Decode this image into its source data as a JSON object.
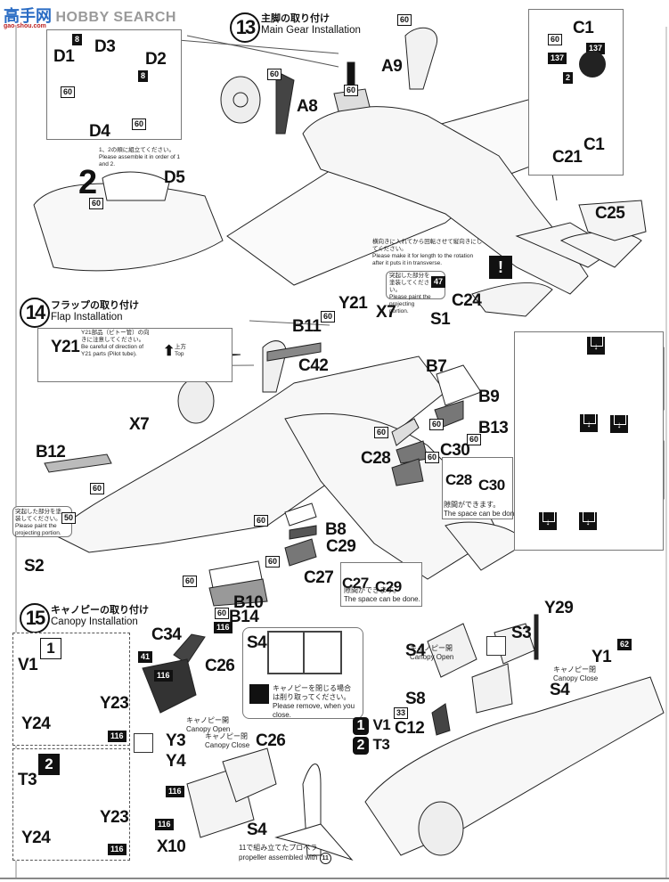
{
  "watermark": {
    "cn": "高手网",
    "brand": "HOBBY SEARCH",
    "url": "gao-shou.com"
  },
  "steps": [
    {
      "number": "13",
      "title_jp": "主脚の取り付け",
      "title_en": "Main Gear Installation"
    },
    {
      "number": "14",
      "title_jp": "フラップの取り付け",
      "title_en": "Flap Installation"
    },
    {
      "number": "15",
      "title_jp": "キャノピーの取り付け",
      "title_en": "Canopy Installation"
    }
  ],
  "step13": {
    "subassembly": {
      "parts": [
        "D1",
        "D3",
        "D2",
        "D4"
      ],
      "colors": [
        "8",
        "8",
        "60",
        "60"
      ]
    },
    "order_note_jp": "1、2の順に組立てください。",
    "order_note_en": "Please assemble it in order of 1 and 2.",
    "order_big_number": "2",
    "part_d5": "D5",
    "color_d5": "60",
    "parts_labels": [
      "A8",
      "A9"
    ],
    "colors_main": [
      "60",
      "60",
      "60"
    ],
    "wheel_detail": {
      "labels": [
        "C1",
        "C1",
        "C21"
      ],
      "colors": [
        "60",
        "137",
        "137",
        "2"
      ]
    },
    "rotation_note_jp": "横向きに入れてから回転させて縦向きにしてください。",
    "rotation_note_en": "Please make it for length to the rotation after it puts it in transverse.",
    "paint_note_jp": "突起した部分を塗装してください。",
    "paint_note_en": "Please paint the projecting portion.",
    "paint_color": "47",
    "c25": "C25",
    "c24": "C24"
  },
  "step14": {
    "y21_note_jp": "Y21部品（ピトー管）の向きに注意してください。",
    "y21_note_en": "Be careful of direction of Y21 parts (Pilot tube).",
    "y21_label": "Y21",
    "top_jp": "上方",
    "top_en": "Top",
    "labels": [
      "Y21",
      "X7",
      "S1",
      "B11",
      "C42",
      "B7",
      "B9",
      "B13",
      "C30",
      "C28",
      "X7",
      "B12",
      "S2",
      "B8",
      "C29",
      "C27",
      "B10",
      "B14"
    ],
    "colors": [
      "60",
      "60",
      "60",
      "60",
      "60",
      "60",
      "60",
      "60",
      "60",
      "60",
      "60",
      "60",
      "60"
    ],
    "paint_note_jp": "突起した部分を塗装してください。",
    "paint_note_en": "Please paint the projecting portion.",
    "paint_color": "50",
    "gap_note1": {
      "labels": [
        "C28",
        "C30"
      ],
      "jp": "隙間ができます。",
      "en": "The space can be done."
    },
    "gap_note2": {
      "labels": [
        "C27",
        "C29"
      ],
      "jp": "隙間ができます。",
      "en": "The space can be done."
    }
  },
  "step15": {
    "variant1": {
      "badge": "1",
      "labels": [
        "V1",
        "Y23",
        "Y24"
      ],
      "color": "116"
    },
    "variant2": {
      "badge": "2",
      "labels": [
        "T3",
        "Y23",
        "Y24"
      ],
      "color": "116"
    },
    "labels": [
      "C34",
      "C26",
      "Y3",
      "Y4",
      "C26",
      "X10",
      "S4",
      "Y29",
      "S3",
      "S4",
      "S4",
      "Y1",
      "S8",
      "C12"
    ],
    "colors": [
      "116",
      "41",
      "116",
      "116",
      "116",
      "62",
      "33"
    ],
    "canopy_open_jp": "キャノピー開",
    "canopy_open_en": "Canopy Open",
    "canopy_close_jp": "キャノピー閉",
    "canopy_close_en": "Canopy Close",
    "s4_box": {
      "label": "S4",
      "note_jp": "キャノピーを閉じる場合は削り取ってください。",
      "note_en": "Please remove, when you close."
    },
    "variant_key": [
      {
        "badge": "1",
        "label": "V1"
      },
      {
        "badge": "2",
        "label": "T3"
      }
    ],
    "propeller_note_jp": "11で組み立てたプロペラ",
    "propeller_note_en": "propeller assembled with",
    "propeller_step": "11"
  }
}
